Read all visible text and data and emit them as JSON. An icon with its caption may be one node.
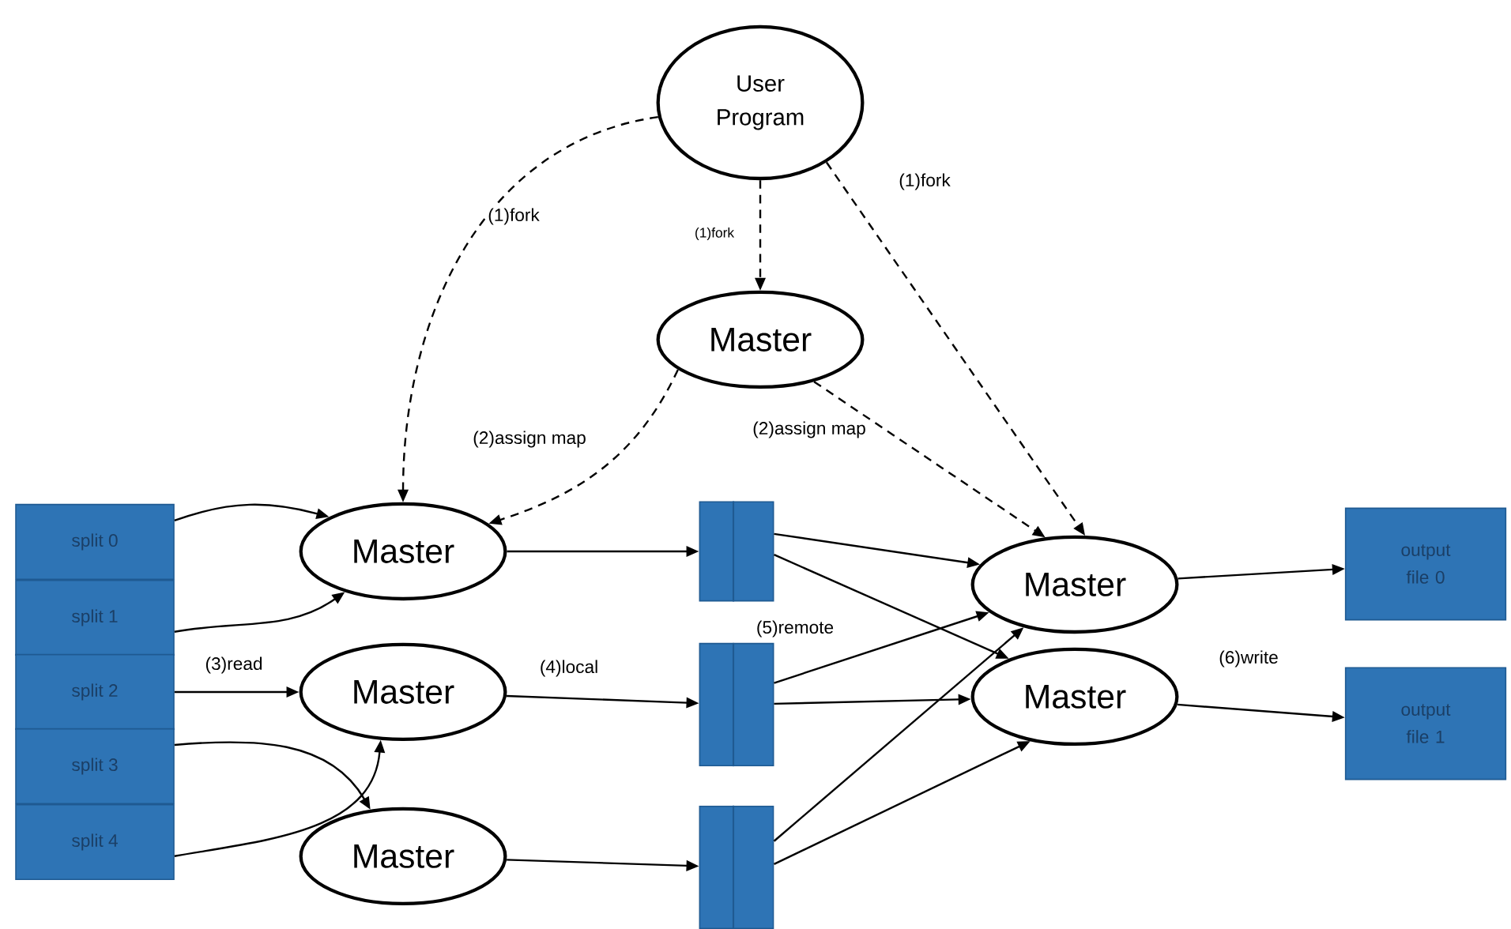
{
  "diagram": {
    "nodes": [
      {
        "text": [
          "User Program"
        ]
      },
      {
        "text": [
          "Master"
        ]
      },
      {
        "text": [
          "split 0"
        ]
      },
      {
        "text": [
          "split 1"
        ]
      },
      {
        "text": [
          "split 2"
        ]
      },
      {
        "text": [
          "split 3"
        ]
      },
      {
        "text": [
          "split 4"
        ]
      },
      {
        "text": [
          "Master"
        ]
      },
      {
        "text": [
          "Master"
        ]
      },
      {
        "text": [
          "Master"
        ]
      },
      {
        "text": [],
        "shape": "bar"
      },
      {
        "text": [],
        "shape": "bar"
      },
      {
        "text": [],
        "shape": "bar"
      },
      {
        "text": [
          "Master"
        ]
      },
      {
        "text": [
          "Master"
        ]
      },
      {
        "text": [
          "output file 0"
        ]
      },
      {
        "text": [
          "output file 1"
        ]
      }
    ],
    "edges": [
      {
        "from": 0,
        "to": 7,
        "arrow": "to",
        "style": "dashed",
        "label": "(1)fork"
      },
      {
        "from": 0,
        "to": 1,
        "arrow": "to",
        "style": "dashed",
        "label": "(1)fork"
      },
      {
        "from": 0,
        "to": 13,
        "arrow": "to",
        "style": "dashed",
        "label": "(1)fork"
      },
      {
        "from": 1,
        "to": 7,
        "arrow": "to",
        "style": "dashed",
        "label": "(2)assign map"
      },
      {
        "from": 1,
        "to": 13,
        "arrow": "to",
        "style": "dashed",
        "label": "(2)assign map"
      },
      {
        "from": 2,
        "to": 7,
        "arrow": "to"
      },
      {
        "from": 3,
        "to": 7,
        "arrow": "to"
      },
      {
        "from": 4,
        "to": 8,
        "arrow": "to",
        "label": "(3)read"
      },
      {
        "from": 5,
        "to": 9,
        "arrow": "to"
      },
      {
        "from": 6,
        "to": 8,
        "arrow": "to"
      },
      {
        "from": 7,
        "to": 10,
        "arrow": "to"
      },
      {
        "from": 8,
        "to": 11,
        "arrow": "to",
        "label": "(4)local"
      },
      {
        "from": 9,
        "to": 12,
        "arrow": "to"
      },
      {
        "from": 10,
        "to": 13,
        "arrow": "to"
      },
      {
        "from": 10,
        "to": 14,
        "arrow": "to"
      },
      {
        "from": 11,
        "to": 13,
        "arrow": "to",
        "label": "(5)remote"
      },
      {
        "from": 11,
        "to": 14,
        "arrow": "to"
      },
      {
        "from": 12,
        "to": 13,
        "arrow": "to"
      },
      {
        "from": 12,
        "to": 14,
        "arrow": "to"
      },
      {
        "from": 13,
        "to": 15,
        "arrow": "to"
      },
      {
        "from": 14,
        "to": 16,
        "arrow": "to",
        "label": "(6)write"
      }
    ]
  }
}
